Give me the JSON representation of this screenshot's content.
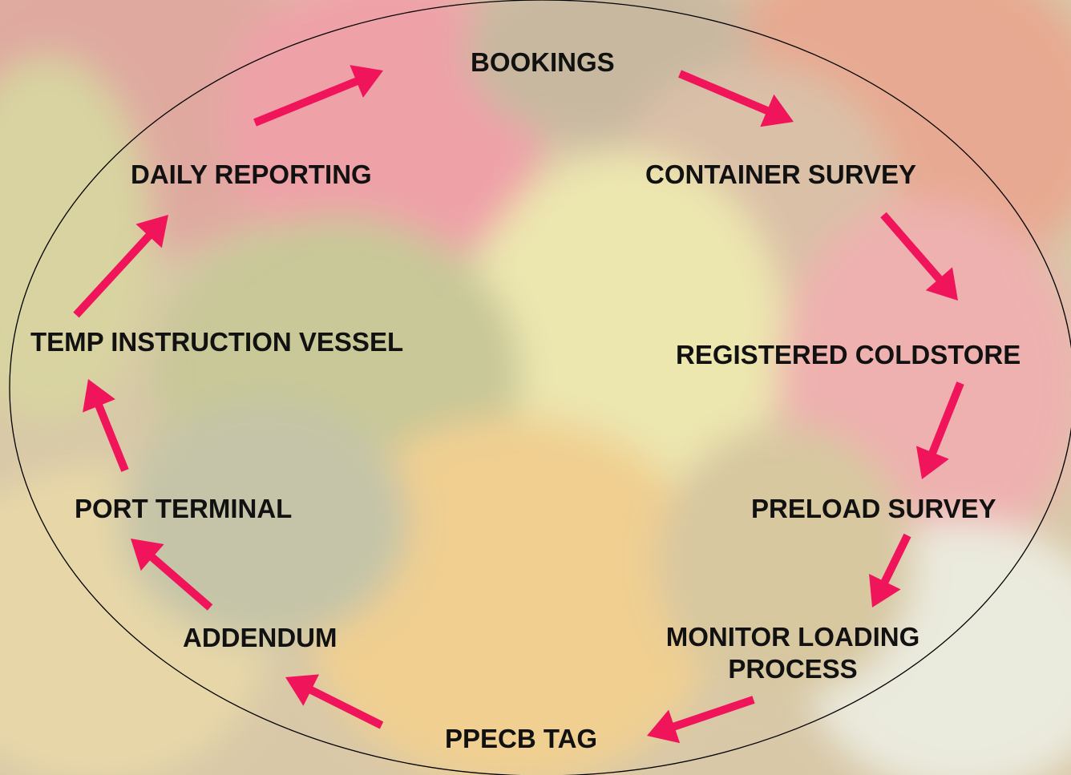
{
  "diagram": {
    "steps": [
      "BOOKINGS",
      "CONTAINER SURVEY",
      "REGISTERED COLDSTORE",
      "PRELOAD SURVEY",
      "MONITOR LOADING PROCESS",
      "PPECB TAG",
      "ADDENDUM",
      "PORT TERMINAL",
      "TEMP INSTRUCTION VESSEL",
      "DAILY REPORTING"
    ],
    "monitor_line1": "MONITOR LOADING",
    "monitor_line2": "PROCESS"
  },
  "colors": {
    "arrow": "#f0145a",
    "text": "#111111",
    "ellipse_stroke": "#000000"
  },
  "icons": {
    "arrow": "arrow-icon"
  }
}
